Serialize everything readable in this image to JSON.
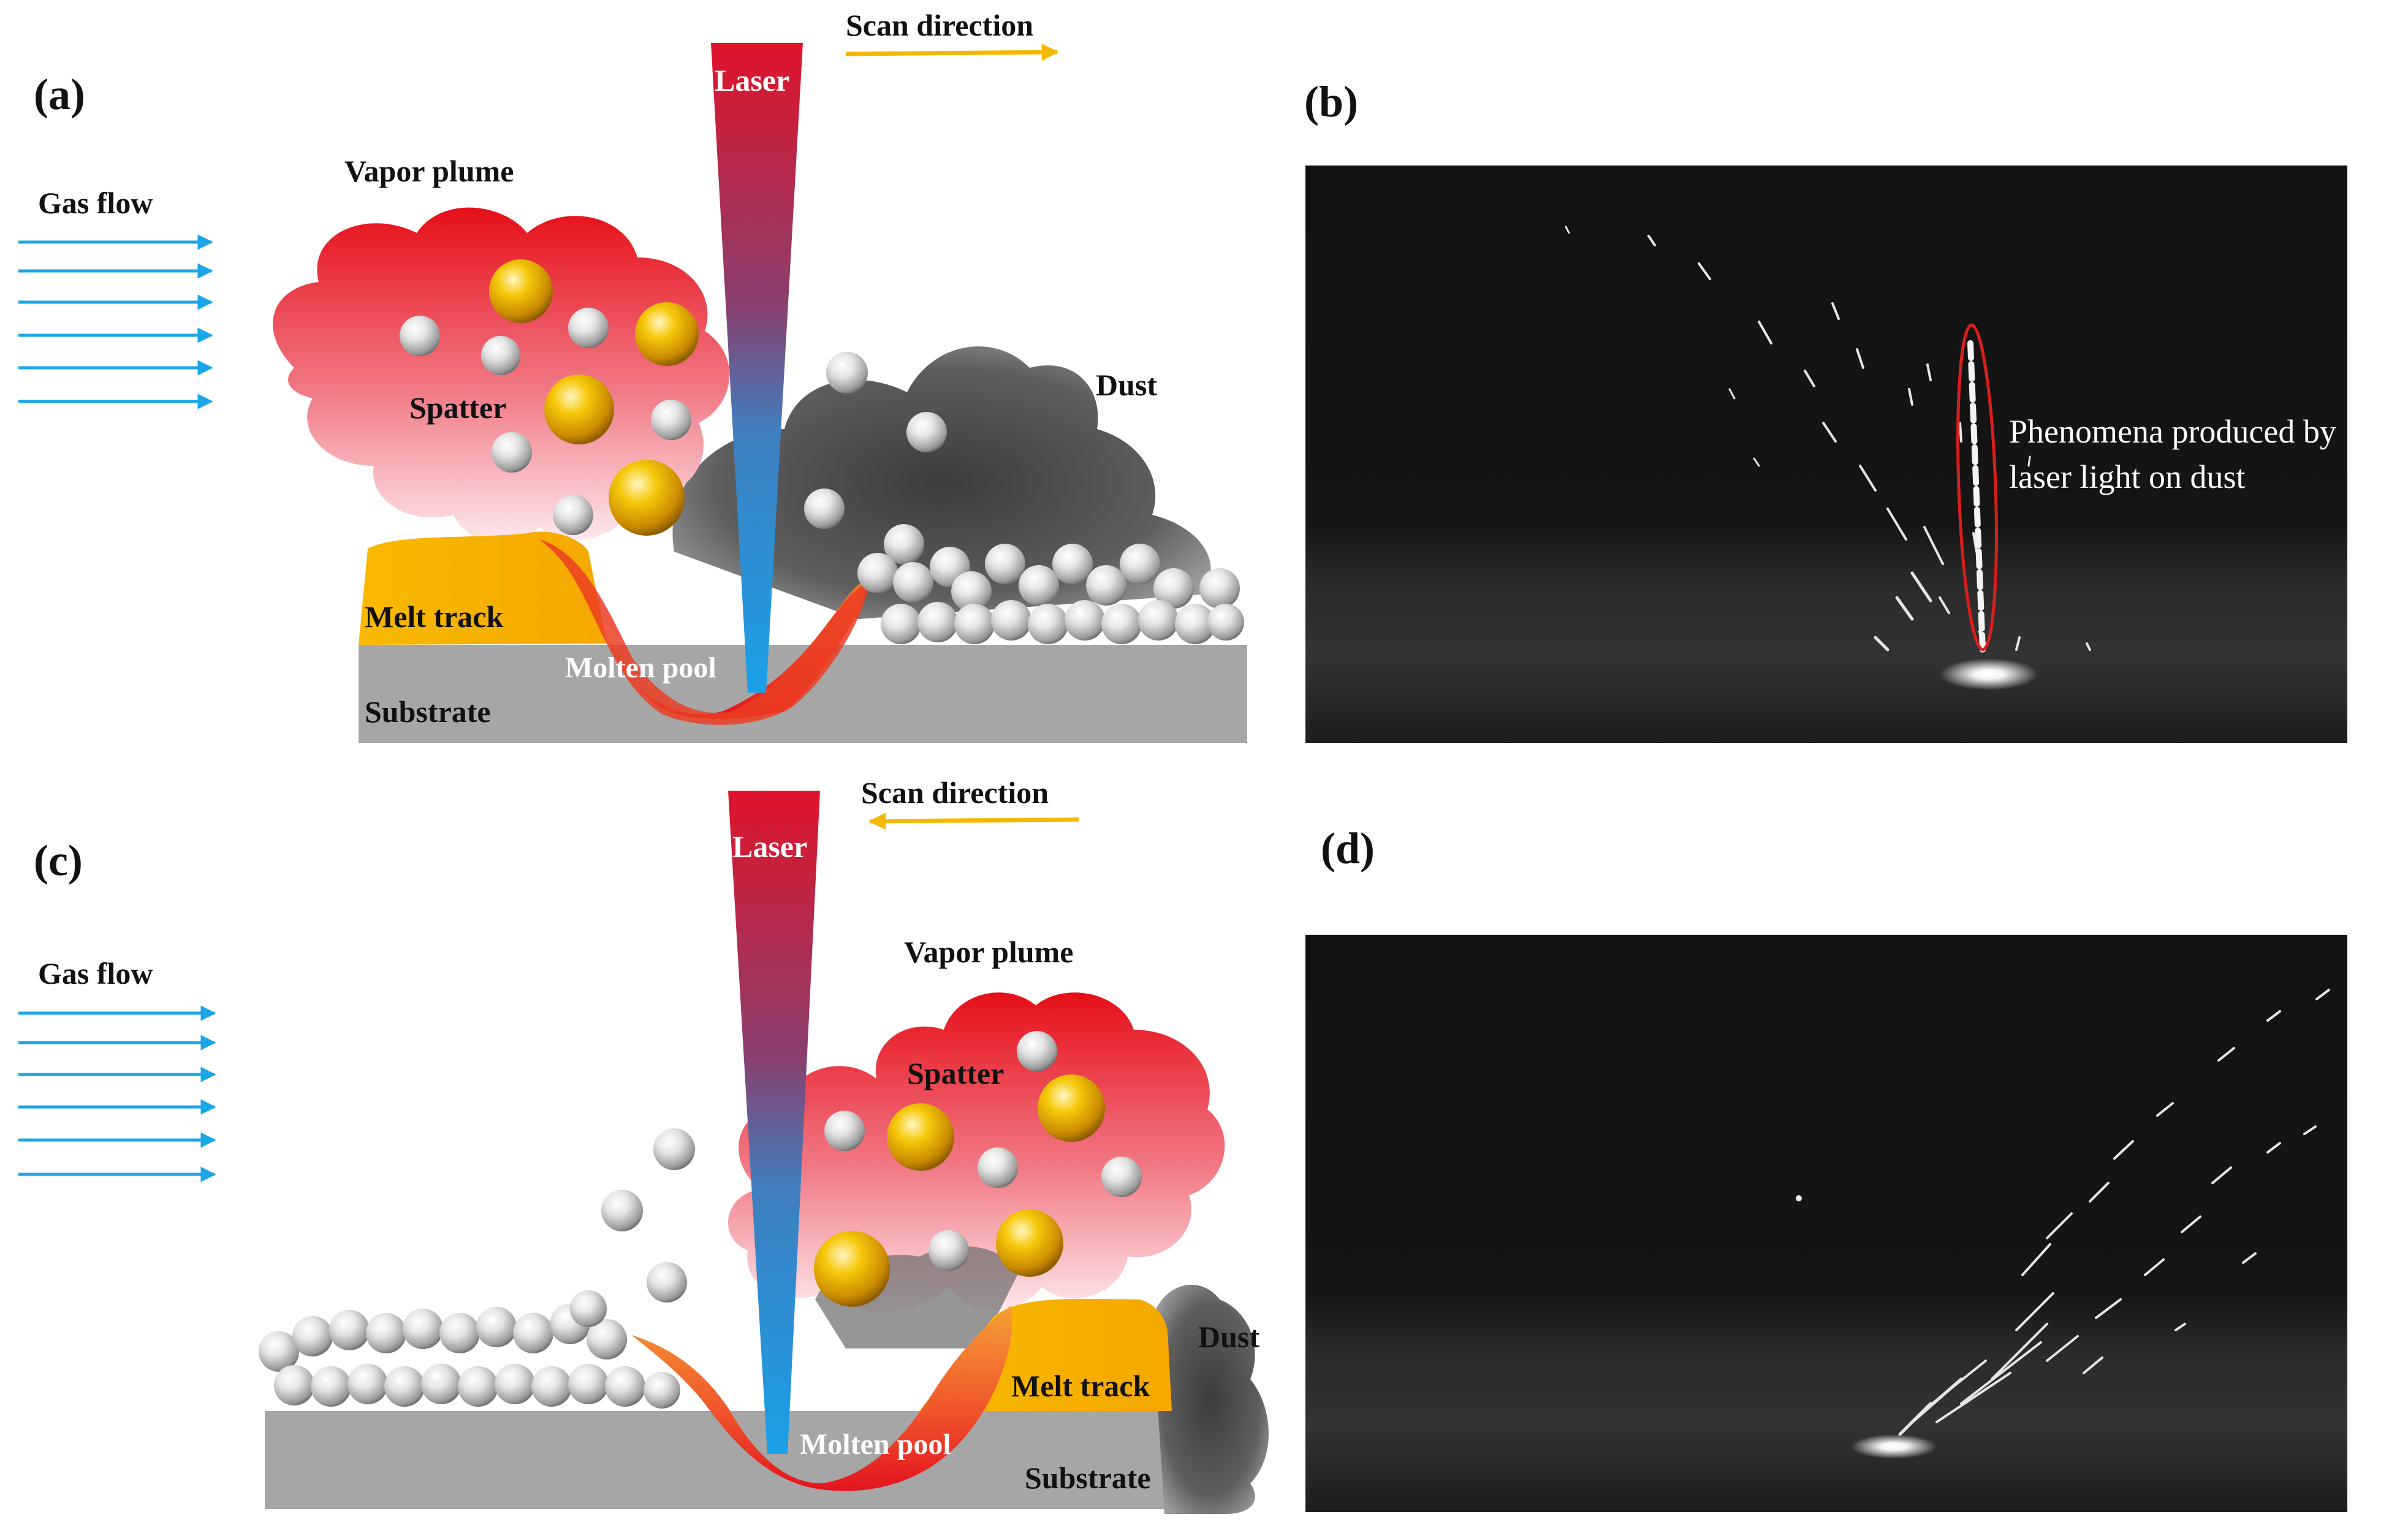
{
  "panels": {
    "a": {
      "tag": "(a)",
      "gas_flow": "Gas flow",
      "scan_direction": "Scan direction",
      "laser": "Laser",
      "vapor_plume": "Vapor plume",
      "spatter": "Spatter",
      "dust": "Dust",
      "melt_track": "Melt track",
      "molten_pool": "Molten pool",
      "substrate": "Substrate"
    },
    "b": {
      "tag": "(b)",
      "annotation_line1": "Phenomena produced by",
      "annotation_line2": "laser light on dust"
    },
    "c": {
      "tag": "(c)",
      "gas_flow": "Gas flow",
      "scan_direction": "Scan direction",
      "laser": "Laser",
      "vapor_plume": "Vapor plume",
      "spatter": "Spatter",
      "dust": "Dust",
      "melt_track": "Melt track",
      "molten_pool": "Molten pool",
      "substrate": "Substrate"
    },
    "d": {
      "tag": "(d)"
    }
  },
  "colors": {
    "gas_flow_arrows": "#1aa6e8",
    "scan_arrow": "#f5b800",
    "vapor_plume": "#e8141c",
    "melt_track": "#f7b500",
    "substrate": "#a6a6a6",
    "spatter_gold": "#e0a800",
    "powder_silver": "#d9d9d9",
    "photo_bg": "#141414",
    "annotation_ellipse": "#d81e1e"
  }
}
